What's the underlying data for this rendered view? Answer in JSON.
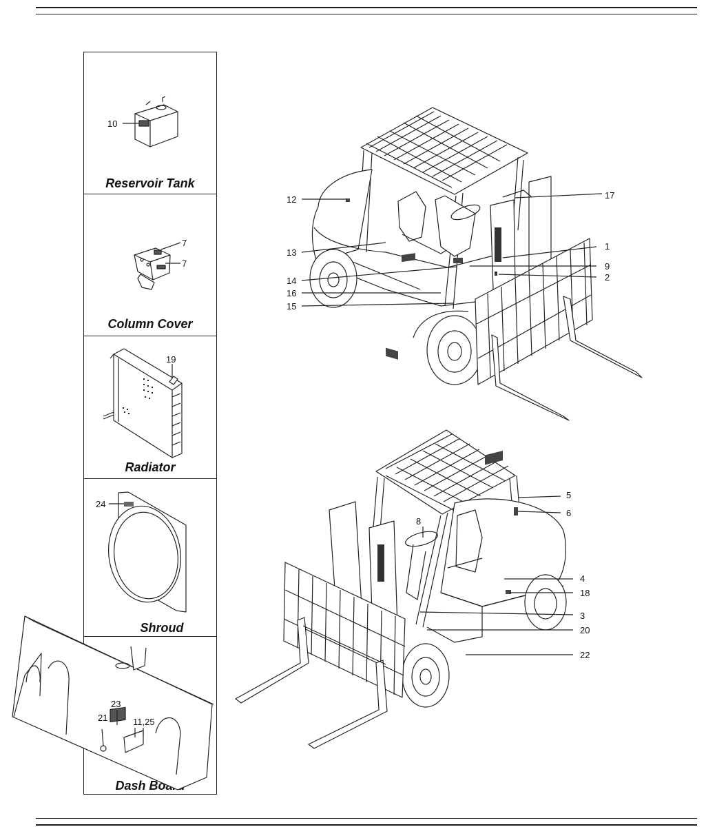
{
  "panels": [
    {
      "title": "Reservoir Tank",
      "callouts": [
        "10"
      ]
    },
    {
      "title": "Column Cover",
      "callouts": [
        "7",
        "7"
      ]
    },
    {
      "title": "Radiator",
      "callouts": [
        "19"
      ]
    },
    {
      "title": "Shroud",
      "callouts": [
        "24"
      ]
    },
    {
      "title": "Dash Board",
      "callouts": [
        "23",
        "21",
        "11,25"
      ]
    }
  ],
  "top_truck_callouts": [
    "12",
    "17",
    "13",
    "1",
    "9",
    "14",
    "2",
    "16",
    "15"
  ],
  "bottom_truck_callouts": [
    "5",
    "6",
    "8",
    "4",
    "18",
    "3",
    "20",
    "22"
  ]
}
